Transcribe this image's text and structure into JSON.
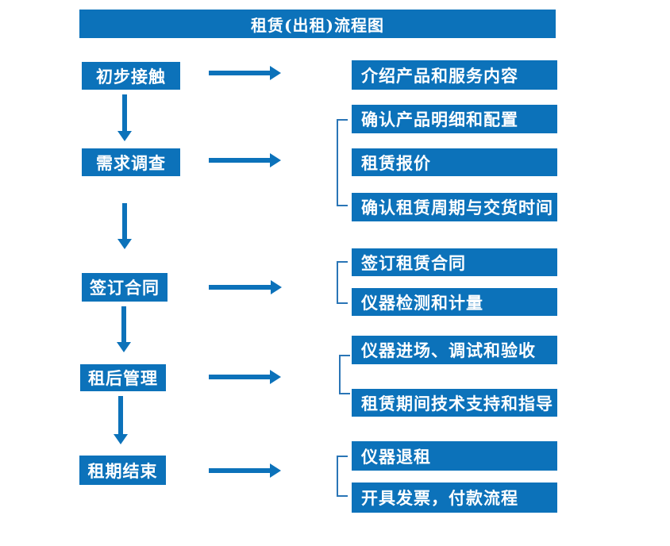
{
  "title": "租赁(出租)流程图",
  "colors": {
    "primary": "#0c72ba",
    "bracket": "#2a75b6",
    "text_on_primary": "#ffffff",
    "background": "#ffffff"
  },
  "flow": {
    "stages": [
      {
        "label": "初步接触",
        "details": [
          "介绍产品和服务内容"
        ]
      },
      {
        "label": "需求调查",
        "details": [
          "确认产品明细和配置",
          "租赁报价",
          "确认租赁周期与交货时间"
        ]
      },
      {
        "label": "签订合同",
        "details": [
          "签订租赁合同",
          "仪器检测和计量"
        ]
      },
      {
        "label": "租后管理",
        "details": [
          "仪器进场、调试和验收",
          "租赁期间技术支持和指导"
        ]
      },
      {
        "label": "租期结束",
        "details": [
          "仪器退租",
          "开具发票，付款流程"
        ]
      }
    ]
  }
}
